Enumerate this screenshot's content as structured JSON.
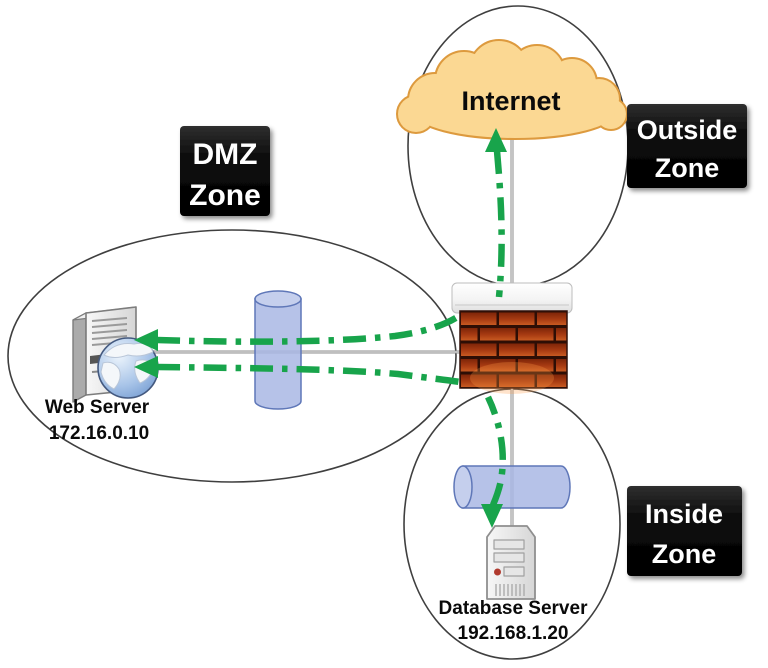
{
  "zones": {
    "dmz": {
      "line1": "DMZ",
      "line2": "Zone"
    },
    "outside": {
      "line1": "Outside",
      "line2": "Zone"
    },
    "inside": {
      "line1": "Inside",
      "line2": "Zone"
    }
  },
  "nodes": {
    "internet": {
      "label": "Internet"
    },
    "web_server": {
      "name": "Web Server",
      "ip": "172.16.0.10"
    },
    "database_server": {
      "name": "Database Server",
      "ip": "192.168.1.20"
    }
  },
  "icons": {
    "firewall": "brick-wall-firewall-icon",
    "internet": "cloud-icon",
    "web_server": "tower-server-with-globe-icon",
    "database_server": "tower-server-icon",
    "dmz_pipe": "vertical-cylinder-icon",
    "inside_pipe": "horizontal-cylinder-icon"
  },
  "colors": {
    "arrow_green": "#18A44B",
    "cloud_fill": "#FBD893",
    "cloud_stroke": "#DD9A3E",
    "cylinder_fill": "#A9B7E4",
    "cylinder_cap_fill": "#C5CFED",
    "cylinder_stroke": "#5F77B8",
    "brick_red": "#A83B12",
    "mortar_brown": "#2E0E05",
    "connector_gray": "#8C8C8C",
    "zone_label_bg": "#000000",
    "zone_label_fg": "#FFFFFF"
  }
}
